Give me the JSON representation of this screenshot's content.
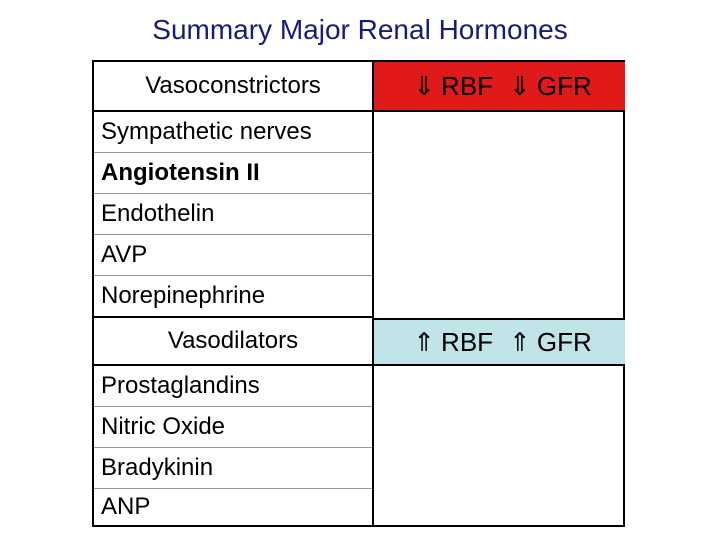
{
  "title": "Summary Major Renal Hormones",
  "colors": {
    "constrictor_band": "#e01a1a",
    "dilator_band": "#bfe3e6",
    "title_color": "#1a1a7a"
  },
  "vasoconstrictors": {
    "header": "Vasoconstrictors",
    "effect": {
      "arrow_icon": "double-arrow-down-icon",
      "arrow_glyph": "⇓",
      "rbf": "RBF",
      "gfr": "GFR"
    },
    "items": [
      {
        "label": "Sympathetic nerves",
        "bold": false
      },
      {
        "label": "Angiotensin II",
        "bold": true
      },
      {
        "label": "Endothelin",
        "bold": false
      },
      {
        "label": "AVP",
        "bold": false
      },
      {
        "label": "Norepinephrine",
        "bold": false
      }
    ]
  },
  "vasodilators": {
    "header": "Vasodilators",
    "effect": {
      "arrow_icon": "double-arrow-up-icon",
      "arrow_glyph": "⇑",
      "rbf": "RBF",
      "gfr": "GFR"
    },
    "items": [
      {
        "label": "Prostaglandins"
      },
      {
        "label": "Nitric Oxide"
      },
      {
        "label": "Bradykinin"
      },
      {
        "label": "ANP"
      }
    ]
  }
}
